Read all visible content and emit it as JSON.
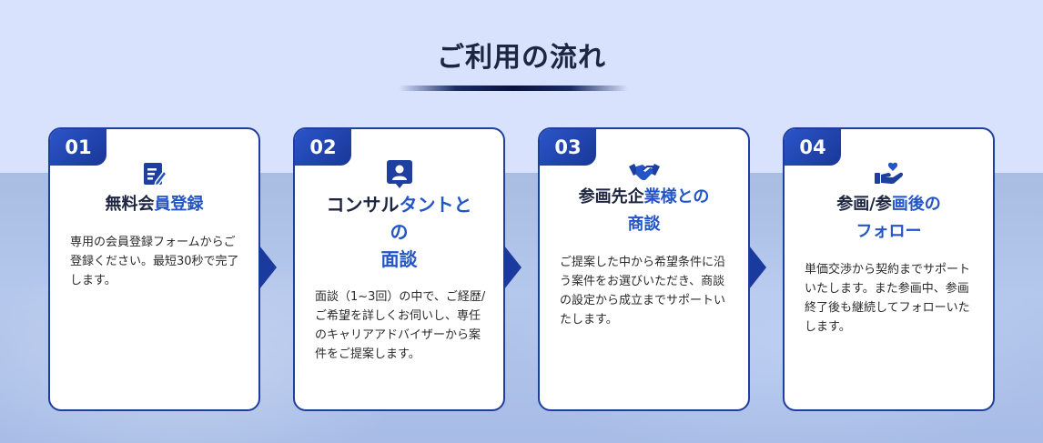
{
  "section": {
    "title": "ご利用の流れ"
  },
  "colors": {
    "accent": "#2455c6",
    "navy": "#1f3f9e",
    "title": "#1d2540"
  },
  "steps": [
    {
      "number": "01",
      "icon": "form-edit-icon",
      "title_lines": [
        {
          "dark": "無料会",
          "blue": "員登録"
        }
      ],
      "description": "専用の会員登録フォームからご登録ください。最短30秒で完了します。"
    },
    {
      "number": "02",
      "icon": "consultant-icon",
      "title_lines": [
        {
          "dark": "コンサル",
          "blue": "タントと"
        },
        {
          "dark": "",
          "blue": "の"
        },
        {
          "dark": "",
          "blue": "面談"
        }
      ],
      "description": "面談（1~3回）の中で、ご経歴/ご希望を詳しくお伺いし、専任のキャリアアドバイザーから案件をご提案します。"
    },
    {
      "number": "03",
      "icon": "handshake-icon",
      "title_lines": [
        {
          "dark": "参画先企",
          "blue": "業様との"
        },
        {
          "dark": "",
          "blue": "商談"
        }
      ],
      "description": "ご提案した中から希望条件に沿う案件をお選びいただき、商談の設定から成立までサポートいたします。"
    },
    {
      "number": "04",
      "icon": "care-hand-heart-icon",
      "title_lines": [
        {
          "dark": "参画/参",
          "blue": "画後の"
        },
        {
          "dark": "",
          "blue": "フォロー"
        }
      ],
      "description": "単価交渉から契約までサポートいたします。また参画中、参画終了後も継続してフォローいたします。"
    }
  ]
}
